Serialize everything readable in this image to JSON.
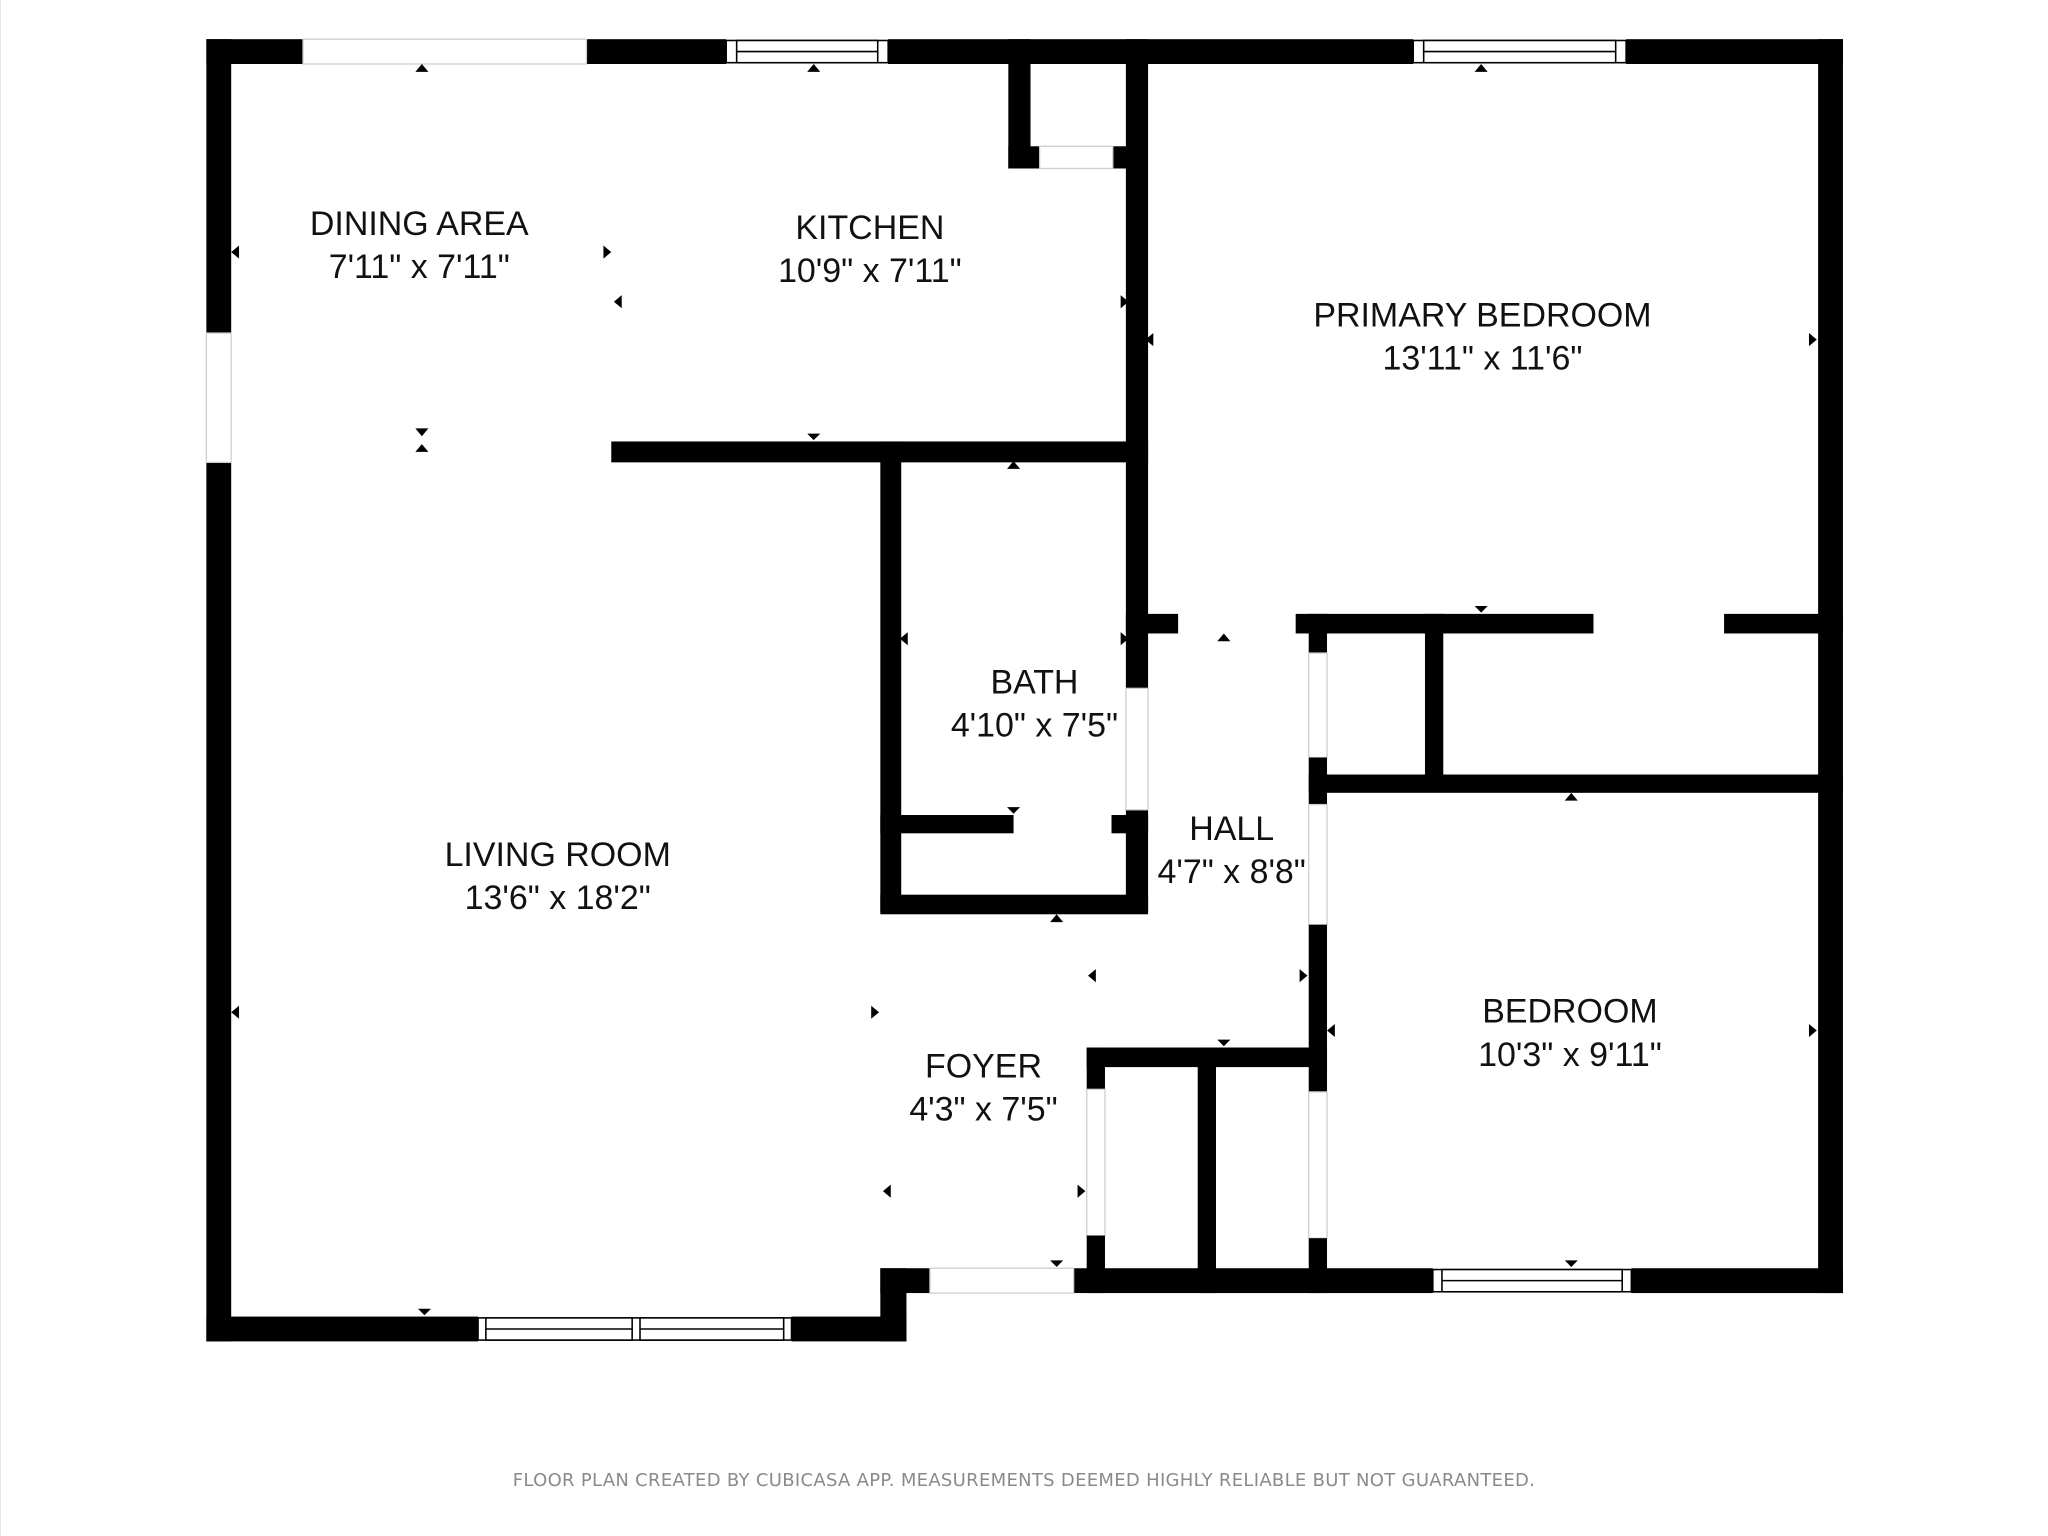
{
  "floor_plan": {
    "colors": {
      "wall": "#000000",
      "background": "#ffffff",
      "text": "#111111",
      "footer_text": "#8a8a8a"
    },
    "rooms": [
      {
        "id": "dining-area",
        "name": "DINING AREA",
        "dimensions": "7'11\" x 7'11\""
      },
      {
        "id": "kitchen",
        "name": "KITCHEN",
        "dimensions": "10'9\" x 7'11\""
      },
      {
        "id": "primary-bedroom",
        "name": "PRIMARY BEDROOM",
        "dimensions": "13'11\" x 11'6\""
      },
      {
        "id": "bath",
        "name": "BATH",
        "dimensions": "4'10\" x 7'5\""
      },
      {
        "id": "hall",
        "name": "HALL",
        "dimensions": "4'7\" x 8'8\""
      },
      {
        "id": "living-room",
        "name": "LIVING ROOM",
        "dimensions": "13'6\" x 18'2\""
      },
      {
        "id": "foyer",
        "name": "FOYER",
        "dimensions": "4'3\" x 7'5\""
      },
      {
        "id": "bedroom",
        "name": "BEDROOM",
        "dimensions": "10'3\" x 9'11\""
      }
    ],
    "footer": "FLOOR PLAN CREATED BY CUBICASA APP. MEASUREMENTS DEEMED HIGHLY RELIABLE BUT NOT GUARANTEED."
  }
}
